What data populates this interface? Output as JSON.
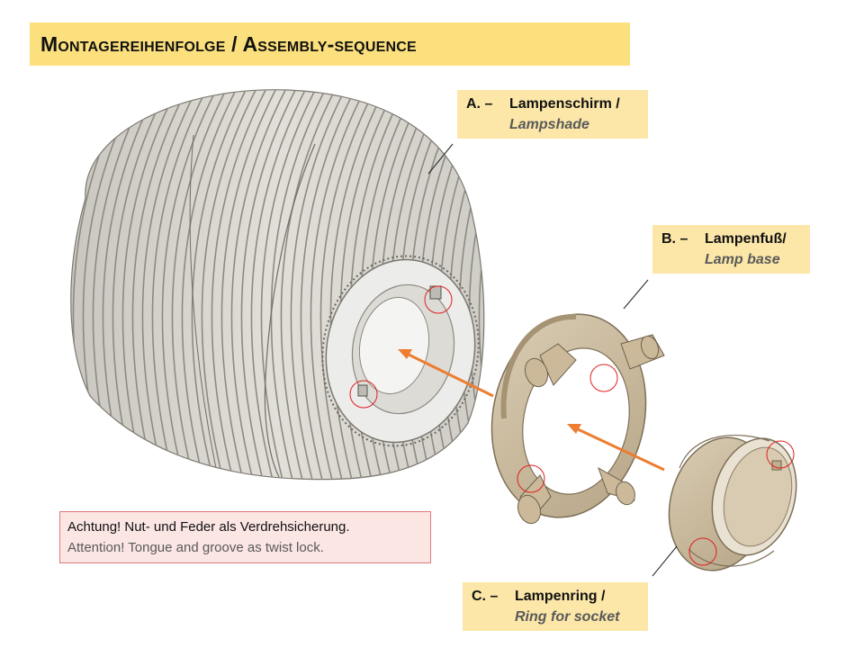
{
  "title": "Montagereihenfolge / Assembly-sequence",
  "parts": [
    {
      "prefix": "A. –",
      "label_de": "Lampenschirm /",
      "label_en": "Lampshade"
    },
    {
      "prefix": "B. –",
      "label_de": "Lampenfuß/",
      "label_en": "Lamp base"
    },
    {
      "prefix": "C. –",
      "label_de": "Lampenring /",
      "label_en": "Ring for socket"
    }
  ],
  "note": {
    "de": "Achtung! Nut- und Feder als Verdrehsicherung.",
    "en": "Attention! Tongue and groove as twist lock."
  },
  "colors": {
    "title_bg": "#fbe07d",
    "label_bg": "#fce7a9",
    "note_bg": "#fbe6e4",
    "note_border": "#e07b7b",
    "arrow": "#ed7d31",
    "marker_circle": "#e02020",
    "shade_gray": "#d8d6cf",
    "part_tan": "#cfc0a4"
  }
}
